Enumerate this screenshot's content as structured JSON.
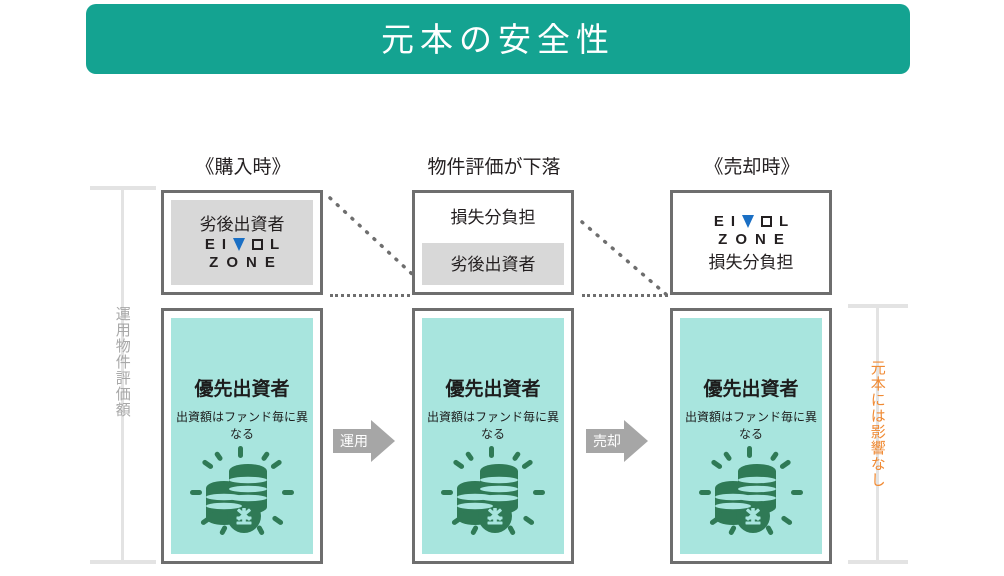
{
  "banner": {
    "title": "元本の安全性",
    "color": "#14a391"
  },
  "axes": {
    "left": {
      "label": "運用物件評価額",
      "color": "#a8a8a8"
    },
    "right": {
      "label": "元本には影響なし",
      "color": "#f08a33"
    }
  },
  "columns": [
    {
      "header": "《購入時》",
      "top_box": {
        "style": "gray-panel-full",
        "lines": [
          "劣後出資者"
        ],
        "logo": {
          "line1": [
            "E",
            "V",
            "O",
            "L"
          ],
          "line2": [
            "Z",
            "O",
            "N",
            "E"
          ],
          "accent_color": "#1a6fc4"
        }
      },
      "teal_box": {
        "title": "優先出資者",
        "subtitle": "出資額はファンド毎に異なる",
        "fill": "#a8e5de",
        "icon": "coin-stack-yen-icon"
      }
    },
    {
      "header": "物件評価が下落",
      "top_box": {
        "style": "split-white-gray",
        "top_line": "損失分負担",
        "gray_line": "劣後出資者"
      },
      "teal_box": {
        "title": "優先出資者",
        "subtitle": "出資額はファンド毎に異なる",
        "fill": "#a8e5de",
        "icon": "coin-stack-yen-icon"
      }
    },
    {
      "header": "《売却時》",
      "top_box": {
        "style": "logo-over-text",
        "lines": [
          "損失分負担"
        ],
        "logo": {
          "line1": [
            "E",
            "V",
            "O",
            "L"
          ],
          "line2": [
            "Z",
            "O",
            "N",
            "E"
          ],
          "accent_color": "#1a6fc4"
        }
      },
      "teal_box": {
        "title": "優先出資者",
        "subtitle": "出資額はファンド毎に異なる",
        "fill": "#a8e5de",
        "icon": "coin-stack-yen-icon"
      }
    }
  ],
  "arrows": [
    {
      "label": "運用",
      "color": "#a6a6a6"
    },
    {
      "label": "売却",
      "color": "#a6a6a6"
    }
  ]
}
